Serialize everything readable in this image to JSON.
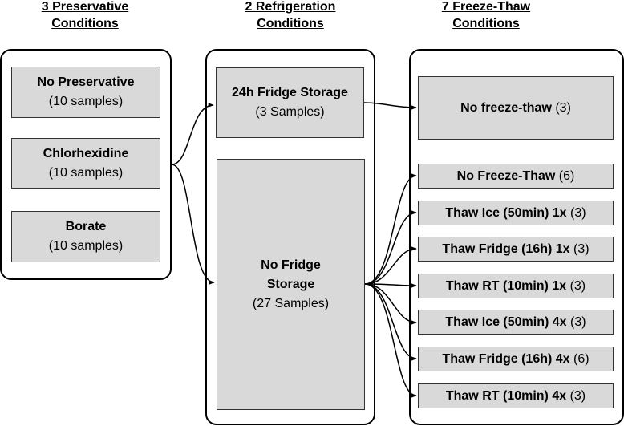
{
  "headers": [
    {
      "line1": "3 Preservative",
      "line2": "Conditions"
    },
    {
      "line1": "2 Refrigeration",
      "line2": "Conditions"
    },
    {
      "line1": "7 Freeze-Thaw",
      "line2": "Conditions"
    }
  ],
  "preservatives": [
    {
      "name": "No Preservative",
      "count": "(10 samples)"
    },
    {
      "name": "Chlorhexidine",
      "count": "(10 samples)"
    },
    {
      "name": "Borate",
      "count": "(10 samples)"
    }
  ],
  "refrigeration": [
    {
      "name": "24h Fridge Storage",
      "count": "(3 Samples)"
    },
    {
      "name_line1": "No Fridge",
      "name_line2": "Storage",
      "count": "(27 Samples)"
    }
  ],
  "freeze_thaw": [
    {
      "name": "No freeze-thaw",
      "count": "(3)"
    },
    {
      "name": "No Freeze-Thaw",
      "count": "(6)"
    },
    {
      "name": "Thaw Ice (50min) 1x",
      "count": "(3)"
    },
    {
      "name": "Thaw Fridge (16h) 1x",
      "count": "(3)"
    },
    {
      "name": "Thaw RT (10min) 1x",
      "count": "(3)"
    },
    {
      "name": "Thaw Ice (50min) 4x",
      "count": "(3)"
    },
    {
      "name": "Thaw Fridge (16h) 4x",
      "count": "(6)"
    },
    {
      "name": "Thaw RT (10min) 4x",
      "count": "(3)"
    }
  ],
  "colors": {
    "box_fill": "#d9d9d9",
    "line": "#000000"
  }
}
